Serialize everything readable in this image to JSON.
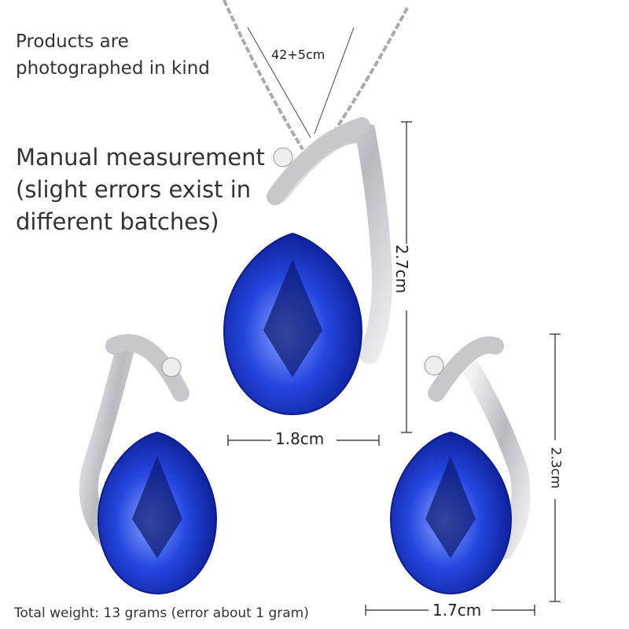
{
  "notes": {
    "line1": "Products are",
    "line2": "photographed in kind",
    "manual1": "Manual measurement",
    "manual2": "(slight errors exist in",
    "manual3": "different batches)"
  },
  "measurements": {
    "chain_length": "42+5cm",
    "pendant_height": "2.7cm",
    "pendant_width": "1.8cm",
    "earring_height": "2.3cm",
    "earring_width": "1.7cm"
  },
  "weight_note": "Total weight: 13 grams (error about 1 gram)",
  "colors": {
    "gem": "#1f3fd6",
    "gem_light": "#6f8cff",
    "silver": "#d9d9de"
  }
}
